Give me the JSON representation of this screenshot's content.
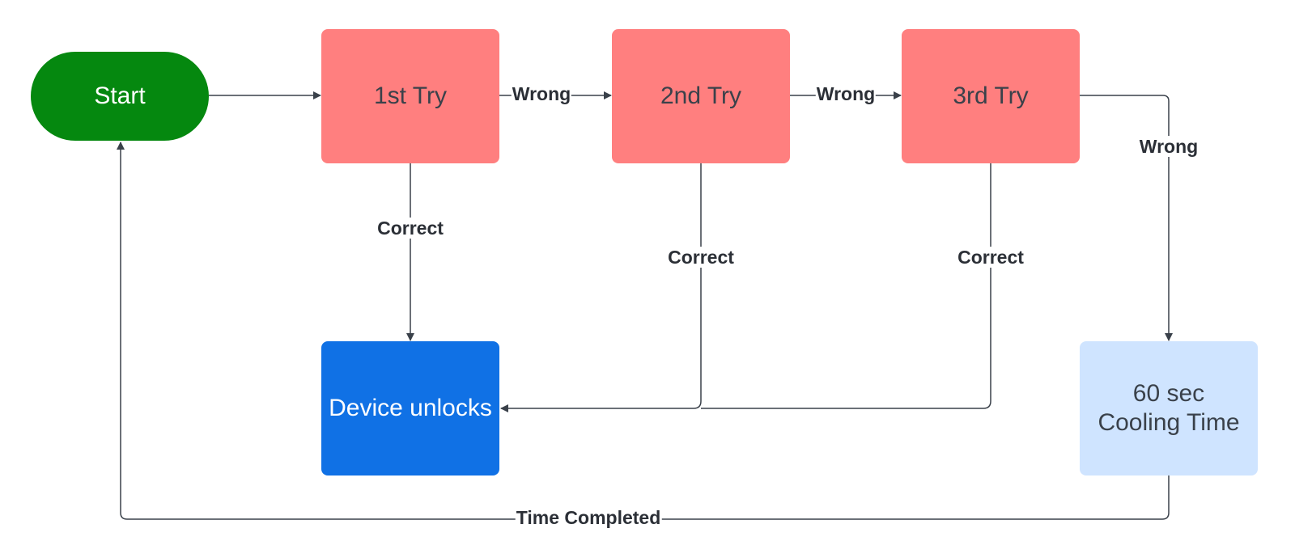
{
  "colors": {
    "start_fill": "#05880f",
    "try_fill": "#ff7f7f",
    "unlock_fill": "#1071e5",
    "cooling_fill": "#cfe4ff",
    "connector": "#3a414a"
  },
  "nodes": {
    "start": "Start",
    "try1": "1st Try",
    "try2": "2nd Try",
    "try3": "3rd Try",
    "unlock": "Device unlocks",
    "cooling": "60 sec\nCooling Time"
  },
  "edges": [
    {
      "from": "Start",
      "to": "1st Try",
      "label": ""
    },
    {
      "from": "1st Try",
      "to": "2nd Try",
      "label": "Wrong"
    },
    {
      "from": "2nd Try",
      "to": "3rd Try",
      "label": "Wrong"
    },
    {
      "from": "3rd Try",
      "to": "60 sec Cooling Time",
      "label": "Wrong"
    },
    {
      "from": "1st Try",
      "to": "Device unlocks",
      "label": "Correct"
    },
    {
      "from": "2nd Try",
      "to": "Device unlocks",
      "label": "Correct"
    },
    {
      "from": "3rd Try",
      "to": "Device unlocks",
      "label": "Correct"
    },
    {
      "from": "60 sec Cooling Time",
      "to": "Start",
      "label": "Time Completed"
    }
  ]
}
